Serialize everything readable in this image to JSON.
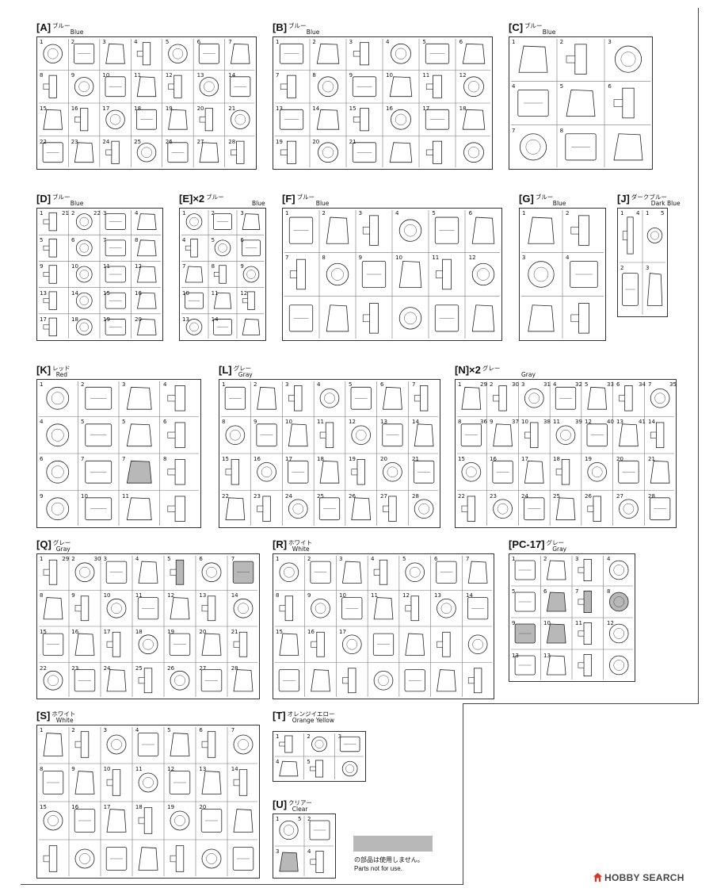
{
  "sprues": [
    {
      "id": "A",
      "code": "[A]",
      "jp": "ブルー",
      "en": "Blue",
      "parts": [
        "1",
        "2",
        "3",
        "4",
        "5",
        "6",
        "7",
        "8",
        "9",
        "10",
        "11",
        "12",
        "13",
        "14",
        "15",
        "16",
        "17",
        "18",
        "19",
        "20",
        "21",
        "22",
        "23",
        "24",
        "25",
        "26",
        "27",
        "28"
      ]
    },
    {
      "id": "B",
      "code": "[B]",
      "jp": "ブルー",
      "en": "Blue",
      "parts": [
        "1",
        "2",
        "3",
        "4",
        "5",
        "6",
        "7",
        "8",
        "9",
        "10",
        "11",
        "12",
        "13",
        "14",
        "15",
        "16",
        "17",
        "18",
        "19",
        "20",
        "21"
      ]
    },
    {
      "id": "C",
      "code": "[C]",
      "jp": "ブルー",
      "en": "Blue",
      "parts": [
        "1",
        "2",
        "3",
        "4",
        "5",
        "6",
        "7",
        "8"
      ]
    },
    {
      "id": "D",
      "code": "[D]",
      "jp": "ブルー",
      "en": "Blue",
      "parts": [
        "1",
        "2",
        "3",
        "4",
        "5",
        "6",
        "7",
        "8",
        "9",
        "10",
        "11",
        "12",
        "13",
        "14",
        "15",
        "16",
        "17",
        "18",
        "19",
        "20",
        "21",
        "22"
      ]
    },
    {
      "id": "E",
      "code": "[E]×2",
      "jp": "ブルー",
      "en": "Blue",
      "parts": [
        "1",
        "2",
        "3",
        "4",
        "5",
        "6",
        "7",
        "8",
        "9",
        "10",
        "11",
        "12",
        "13",
        "14"
      ]
    },
    {
      "id": "F",
      "code": "[F]",
      "jp": "ブルー",
      "en": "Blue",
      "parts": [
        "1",
        "2",
        "3",
        "4",
        "5",
        "6",
        "7",
        "8",
        "9",
        "10",
        "11",
        "12"
      ]
    },
    {
      "id": "G",
      "code": "[G]",
      "jp": "ブルー",
      "en": "Blue",
      "parts": [
        "1",
        "2",
        "3",
        "4"
      ]
    },
    {
      "id": "J",
      "code": "[J]",
      "jp": "ダークブルー",
      "en": "Dark Blue",
      "parts": [
        "1",
        "1",
        "2",
        "3",
        "4",
        "5"
      ]
    },
    {
      "id": "K",
      "code": "[K]",
      "jp": "レッド",
      "en": "Red",
      "parts": [
        "1",
        "2",
        "3",
        "4",
        "4",
        "5",
        "5",
        "6",
        "6",
        "7",
        "7",
        "8",
        "9",
        "10",
        "11"
      ]
    },
    {
      "id": "L",
      "code": "[L]",
      "jp": "グレー",
      "en": "Gray",
      "parts": [
        "1",
        "2",
        "3",
        "4",
        "5",
        "6",
        "7",
        "8",
        "9",
        "10",
        "11",
        "12",
        "13",
        "14",
        "15",
        "16",
        "17",
        "18",
        "19",
        "20",
        "21",
        "22",
        "23",
        "24",
        "25",
        "26",
        "27",
        "28"
      ]
    },
    {
      "id": "N",
      "code": "[N]×2",
      "jp": "グレー",
      "en": "Gray",
      "parts": [
        "1",
        "2",
        "3",
        "4",
        "5",
        "6",
        "7",
        "8",
        "9",
        "10",
        "11",
        "12",
        "13",
        "14",
        "15",
        "16",
        "17",
        "18",
        "19",
        "20",
        "21",
        "22",
        "23",
        "24",
        "25",
        "26",
        "27",
        "28",
        "29",
        "30",
        "31",
        "32",
        "33",
        "34",
        "35",
        "36",
        "37",
        "38",
        "39",
        "40",
        "41"
      ]
    },
    {
      "id": "Q",
      "code": "[Q]",
      "jp": "グレー",
      "en": "Gray",
      "parts": [
        "1",
        "2",
        "3",
        "4",
        "5",
        "6",
        "7",
        "8",
        "9",
        "10",
        "11",
        "12",
        "13",
        "14",
        "15",
        "16",
        "17",
        "18",
        "19",
        "20",
        "21",
        "22",
        "23",
        "24",
        "25",
        "26",
        "27",
        "28",
        "29",
        "30"
      ]
    },
    {
      "id": "R",
      "code": "[R]",
      "jp": "ホワイト",
      "en": "White",
      "parts": [
        "1",
        "2",
        "3",
        "4",
        "5",
        "6",
        "7",
        "8",
        "9",
        "10",
        "11",
        "12",
        "13",
        "14",
        "15",
        "16",
        "17"
      ]
    },
    {
      "id": "PC",
      "code": "[PC-17]",
      "jp": "グレー",
      "en": "Gray",
      "parts": [
        "1",
        "2",
        "3",
        "4",
        "5",
        "6",
        "7",
        "8",
        "9",
        "10",
        "11",
        "12",
        "13",
        "13"
      ]
    },
    {
      "id": "S",
      "code": "[S]",
      "jp": "ホワイト",
      "en": "White",
      "parts": [
        "1",
        "2",
        "3",
        "4",
        "5",
        "6",
        "7",
        "8",
        "9",
        "10",
        "11",
        "12",
        "13",
        "14",
        "15",
        "16",
        "17",
        "18",
        "19",
        "20"
      ]
    },
    {
      "id": "T",
      "code": "[T]",
      "jp": "オレンジイエロー",
      "en": "Orange Yellow",
      "parts": [
        "1",
        "2",
        "3",
        "4",
        "5"
      ]
    },
    {
      "id": "U",
      "code": "[U]",
      "jp": "クリアー",
      "en": "Clear",
      "parts": [
        "1",
        "2",
        "3",
        "4",
        "5"
      ]
    }
  ],
  "legend": {
    "jp": "の部品は使用しません。",
    "en": "Parts not for use.",
    "swatch_color": "#b8b8b8"
  },
  "watermark": {
    "text": "HOBBY SEARCH",
    "icon": "hobby-search-logo-icon"
  }
}
